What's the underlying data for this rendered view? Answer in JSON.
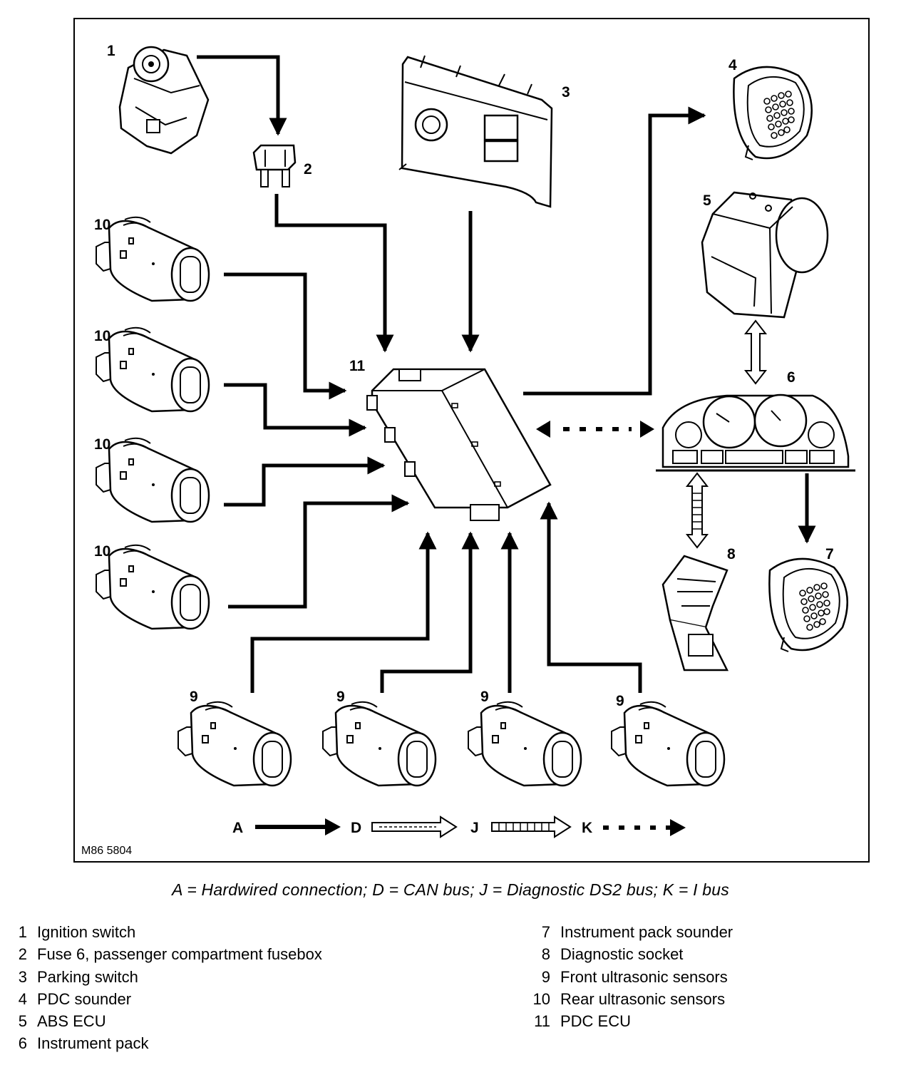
{
  "reference_code": "M86 5804",
  "caption": "A = Hardwired connection; D = CAN bus; J = Diagnostic DS2 bus; K = I bus",
  "line_key": [
    {
      "letter": "A",
      "style": "solid"
    },
    {
      "letter": "D",
      "style": "hollow-dashed"
    },
    {
      "letter": "J",
      "style": "hollow-ladder"
    },
    {
      "letter": "K",
      "style": "dotted"
    }
  ],
  "component_labels": {
    "c1": "1",
    "c2": "2",
    "c3": "3",
    "c4": "4",
    "c5": "5",
    "c6": "6",
    "c7": "7",
    "c8": "8",
    "c9": "9",
    "c10": "10",
    "c11": "11"
  },
  "legend_left": [
    {
      "num": "1",
      "text": "Ignition switch"
    },
    {
      "num": "2",
      "text": "Fuse 6, passenger compartment fusebox"
    },
    {
      "num": "3",
      "text": "Parking switch"
    },
    {
      "num": "4",
      "text": "PDC sounder"
    },
    {
      "num": "5",
      "text": "ABS ECU"
    },
    {
      "num": "6",
      "text": "Instrument pack"
    }
  ],
  "legend_right": [
    {
      "num": "7",
      "text": "Instrument pack sounder"
    },
    {
      "num": "8",
      "text": "Diagnostic socket"
    },
    {
      "num": "9",
      "text": "Front ultrasonic sensors"
    },
    {
      "num": "10",
      "text": "Rear ultrasonic sensors"
    },
    {
      "num": "11",
      "text": "PDC ECU"
    }
  ]
}
